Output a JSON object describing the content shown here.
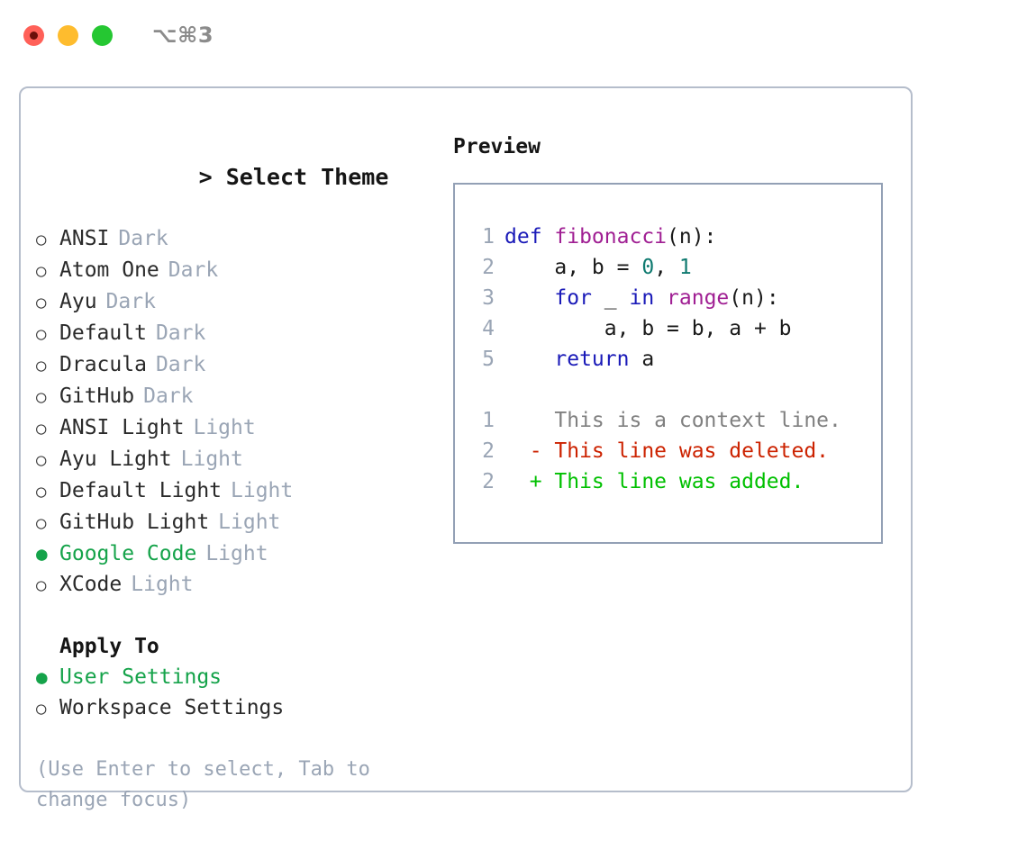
{
  "window": {
    "traffic_lights": [
      "close",
      "minimize",
      "maximize"
    ],
    "shortcut_label": "⌥⌘3"
  },
  "theme_picker": {
    "caret": ">",
    "title": "Select Theme",
    "marker_selected": "●",
    "marker_unselected": "○",
    "accent_color": "#15a34a",
    "tag_color": "#9aa5b5",
    "options": [
      {
        "label": "ANSI",
        "tag": "Dark",
        "selected": false
      },
      {
        "label": "Atom One",
        "tag": "Dark",
        "selected": false
      },
      {
        "label": "Ayu",
        "tag": "Dark",
        "selected": false
      },
      {
        "label": "Default",
        "tag": "Dark",
        "selected": false
      },
      {
        "label": "Dracula",
        "tag": "Dark",
        "selected": false
      },
      {
        "label": "GitHub",
        "tag": "Dark",
        "selected": false
      },
      {
        "label": "ANSI Light",
        "tag": "Light",
        "selected": false
      },
      {
        "label": "Ayu Light",
        "tag": "Light",
        "selected": false
      },
      {
        "label": "Default Light",
        "tag": "Light",
        "selected": false
      },
      {
        "label": "GitHub Light",
        "tag": "Light",
        "selected": false
      },
      {
        "label": "Google Code",
        "tag": "Light",
        "selected": true
      },
      {
        "label": "XCode",
        "tag": "Light",
        "selected": false
      }
    ]
  },
  "apply_to": {
    "title": "Apply To",
    "options": [
      {
        "label": "User Settings",
        "selected": true
      },
      {
        "label": "Workspace Settings",
        "selected": false
      }
    ]
  },
  "hint": "(Use Enter to select, Tab to change focus)",
  "preview": {
    "title": "Preview",
    "code_lines": [
      {
        "num": "1",
        "tokens": [
          {
            "text": "def ",
            "type": "kw"
          },
          {
            "text": "fibonacci",
            "type": "fn"
          },
          {
            "text": "(n):",
            "type": "pl"
          }
        ]
      },
      {
        "num": "2",
        "tokens": [
          {
            "text": "    a, b = ",
            "type": "pl"
          },
          {
            "text": "0",
            "type": "num"
          },
          {
            "text": ", ",
            "type": "pl"
          },
          {
            "text": "1",
            "type": "num"
          }
        ]
      },
      {
        "num": "3",
        "tokens": [
          {
            "text": "    ",
            "type": "pl"
          },
          {
            "text": "for",
            "type": "kw"
          },
          {
            "text": " _ ",
            "type": "pl"
          },
          {
            "text": "in",
            "type": "kw"
          },
          {
            "text": " ",
            "type": "pl"
          },
          {
            "text": "range",
            "type": "fn"
          },
          {
            "text": "(n):",
            "type": "pl"
          }
        ]
      },
      {
        "num": "4",
        "tokens": [
          {
            "text": "        a, b = b, a + b",
            "type": "pl"
          }
        ]
      },
      {
        "num": "5",
        "tokens": [
          {
            "text": "    ",
            "type": "pl"
          },
          {
            "text": "return",
            "type": "kw"
          },
          {
            "text": " a",
            "type": "pl"
          }
        ]
      }
    ],
    "diff_lines": [
      {
        "num": "1",
        "marker": " ",
        "text": "This is a context line.",
        "type": "ctx"
      },
      {
        "num": "2",
        "marker": "-",
        "text": "This line was deleted.",
        "type": "del"
      },
      {
        "num": "2",
        "marker": "+",
        "text": "This line was added.",
        "type": "add"
      }
    ]
  }
}
